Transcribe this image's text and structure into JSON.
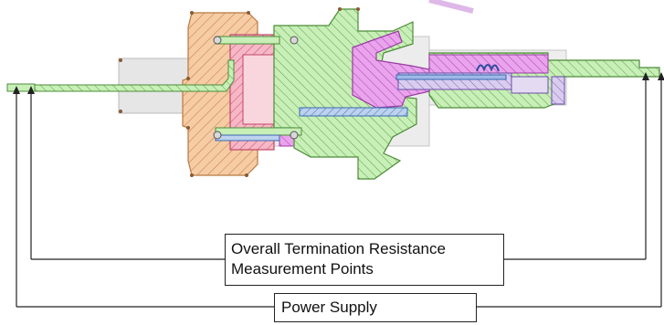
{
  "labels": {
    "termination_line1": "Overall Termination Resistance",
    "termination_line2": "Measurement Points",
    "power_supply": "Power Supply"
  },
  "colors": {
    "orange_body": "#f6cca5",
    "pink_insert": "#f6b8c6",
    "green_contact": "#c8efb8",
    "magenta_part": "#e9a4ec",
    "lavender_part": "#d4c6ec",
    "blue_strip": "#bcd2ee",
    "gray_housing": "#e4e4e4",
    "line_color": "#222222"
  },
  "icons": [
    "measurement-arrow-icon",
    "connector-cross-section-drawing"
  ]
}
